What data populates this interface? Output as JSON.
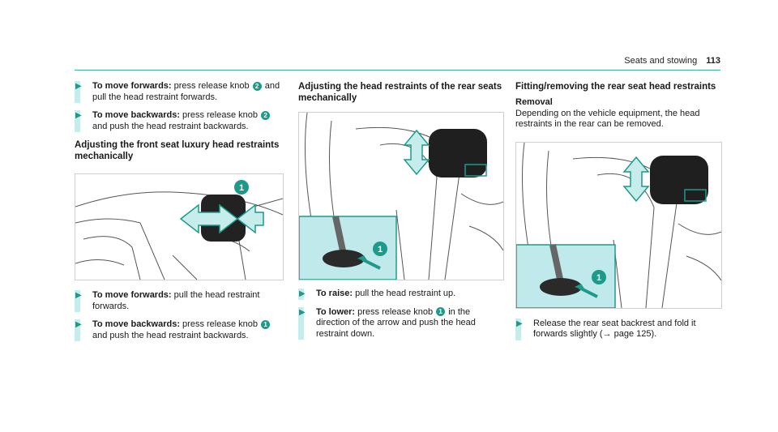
{
  "header": {
    "section": "Seats and stowing",
    "page": "113"
  },
  "col1": {
    "steps_top": [
      {
        "label": "To move forwards:",
        "text": " press release knob ",
        "knob": "2",
        "text2": " and pull the head restraint forwards."
      },
      {
        "label": "To move backwards:",
        "text": " press release knob ",
        "knob": "2",
        "text2": " and push the head restraint backwards."
      }
    ],
    "heading": "Adjusting the front seat luxury head restraints mechanically",
    "figure_callout": "1",
    "steps_bottom": [
      {
        "label": "To move forwards:",
        "text": " pull the head restraint forwards."
      },
      {
        "label": "To move backwards:",
        "text": " press release knob ",
        "knob": "1",
        "text2": " and push the head restraint backwards."
      }
    ]
  },
  "col2": {
    "heading": "Adjusting the head restraints of the rear seats mechanically",
    "figure_callout": "1",
    "steps": [
      {
        "label": "To raise:",
        "text": " pull the head restraint up."
      },
      {
        "label": "To lower:",
        "text": " press release knob ",
        "knob": "1",
        "text2": " in the direction of the arrow and push the head restraint down."
      }
    ]
  },
  "col3": {
    "heading": "Fitting/removing the rear seat head restraints",
    "subheading": "Removal",
    "paragraph": "Depending on the vehicle equipment, the head restraints in the rear can be removed.",
    "figure_callout": "1",
    "steps": [
      {
        "label": "",
        "text": "Release the rear seat backrest and fold it forwards slightly (→ page 125)."
      }
    ]
  },
  "icons": {
    "step_arrow": "triangle-right-icon"
  },
  "colors": {
    "accent": "#1d9a8a",
    "bar": "#c6ecec",
    "inset": "#bfe9ea"
  }
}
